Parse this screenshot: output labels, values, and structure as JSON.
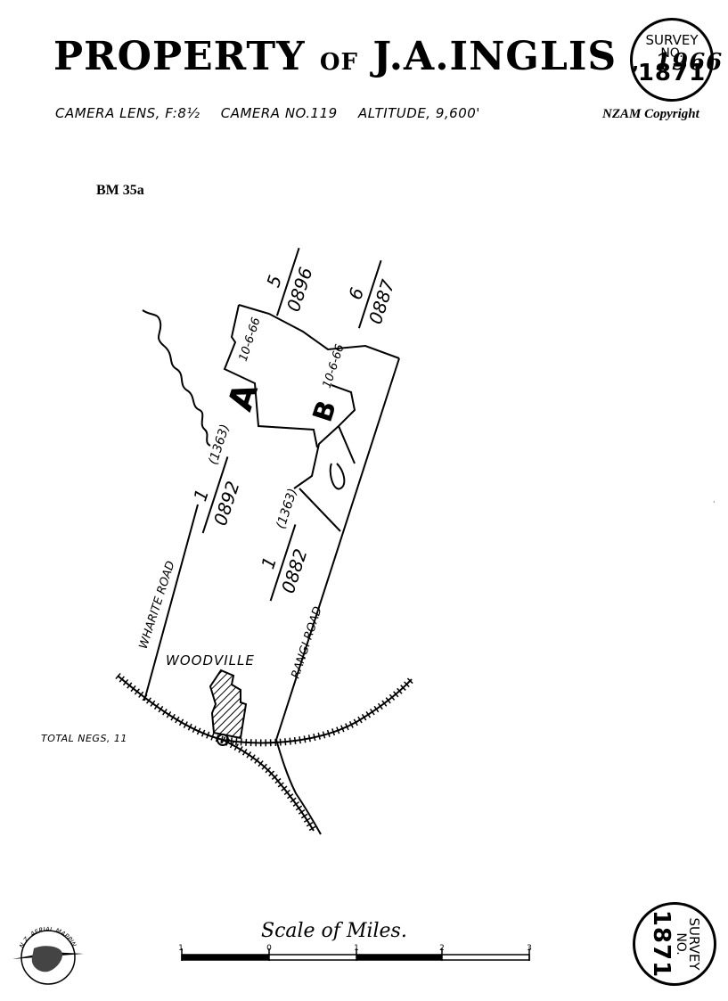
{
  "header": {
    "title_main": "PROPERTY",
    "title_of": "OF",
    "title_owner": "J.A.INGLIS",
    "title_sep": ",",
    "title_year": "1966"
  },
  "camera": {
    "lens": "CAMERA LENS, F:8½",
    "number": "CAMERA NO.119",
    "altitude": "ALTITUDE, 9,600'"
  },
  "copyright": "NZAM Copyright",
  "bm_ref": "BM 35a",
  "survey_stamp": {
    "line1": "SURVEY",
    "line2": "NO.",
    "number": "1871"
  },
  "map": {
    "run_a": {
      "letter": "A",
      "frame": "5",
      "film": "0896",
      "date": "10-6-66"
    },
    "run_b": {
      "letter": "B",
      "frame": "6",
      "film": "0887",
      "date": "10-6-66"
    },
    "run_1": {
      "frame": "1",
      "film": "0892",
      "ref": "(1363)"
    },
    "run_2": {
      "frame": "1",
      "film": "0882",
      "ref": "(1363)"
    },
    "roads": {
      "west": "WHARITE ROAD",
      "east": "RANGI ROAD"
    },
    "town": "WOODVILLE",
    "total_negs": "TOTAL NEGS, 11"
  },
  "scale": {
    "label": "Scale of Miles.",
    "ticks": [
      "1",
      "0",
      "1",
      "2",
      "3"
    ]
  },
  "emblem": {
    "text": "N.Z. AERIAL MAPPING LTD"
  }
}
